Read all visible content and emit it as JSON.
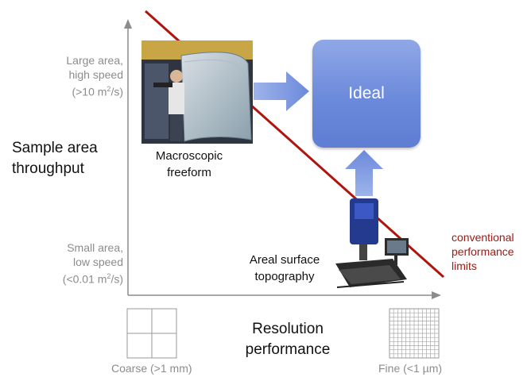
{
  "y_axis": {
    "top_label_lines": [
      "Large area,",
      "high speed"
    ],
    "top_label_value": "(>10 m",
    "top_label_sup": "2",
    "top_label_suffix": "/s)",
    "bottom_label_lines": [
      "Small area,",
      "low speed"
    ],
    "bottom_label_value": "(<0.01 m",
    "bottom_label_sup": "2",
    "bottom_label_suffix": "/s)",
    "title_lines": [
      "Sample area",
      "throughput"
    ]
  },
  "x_axis": {
    "title_lines": [
      "Resolution",
      "performance"
    ],
    "left_label": "Coarse (>1 mm)",
    "right_label": "Fine (<1 µm)"
  },
  "nodes": {
    "ideal": "Ideal",
    "macroscopic_lines": [
      "Macroscopic",
      "freeform"
    ],
    "areal_lines": [
      "Areal surface",
      "topography"
    ]
  },
  "limit_label_lines": [
    "conventional",
    "performance",
    "limits"
  ],
  "colors": {
    "limit_line": "#b0140c",
    "arrow_blue": "#6f8fdc",
    "axis_gray": "#8c8c8c"
  }
}
